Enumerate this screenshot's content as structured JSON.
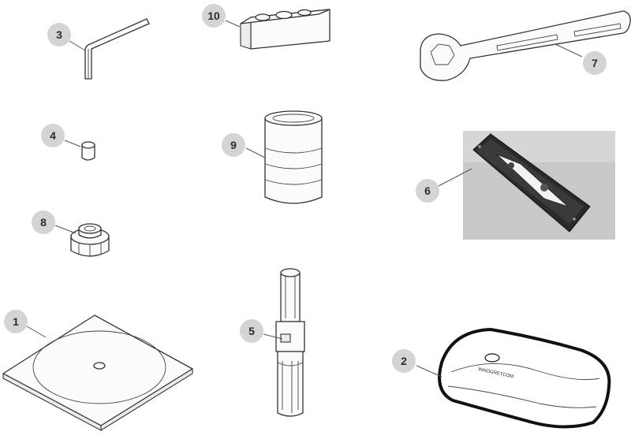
{
  "callouts": [
    {
      "id": "1",
      "part": "disc-mat"
    },
    {
      "id": "2",
      "part": "pouch"
    },
    {
      "id": "3",
      "part": "hex-key"
    },
    {
      "id": "4",
      "part": "pin"
    },
    {
      "id": "5",
      "part": "socket-wrench"
    },
    {
      "id": "6",
      "part": "battery-module"
    },
    {
      "id": "7",
      "part": "spanner"
    },
    {
      "id": "8",
      "part": "castle-nut"
    },
    {
      "id": "9",
      "part": "sleeve"
    },
    {
      "id": "10",
      "part": "block"
    }
  ],
  "brand": {
    "pouch_text": "INNOGRETCOM"
  },
  "colors": {
    "callout_fill": "#d4d4d4",
    "line": "#333333",
    "photo_bg": "#c8c8c8",
    "module_body": "#2a2a2a"
  }
}
